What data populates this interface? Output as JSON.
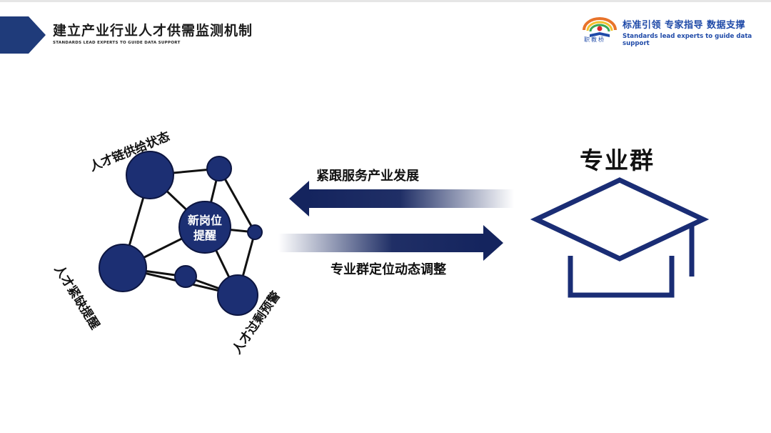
{
  "header": {
    "title": "建立产业行业人才供需监测机制",
    "subtitle": "STANDARDS LEAD EXPERTS TO GUIDE DATA SUPPORT",
    "accent": "#1f3b7a"
  },
  "brand": {
    "logo_text": "职教桥",
    "slogan_cn": "标准引领 专家指导 数据支撑",
    "slogan_en": "Standards lead experts to guide data support",
    "color": "#1f4aa8"
  },
  "network": {
    "center_label_line1": "新岗位",
    "center_label_line2": "提醒",
    "label_supply": "人才链供给状态",
    "label_shortage": "人才紧缺提醒",
    "label_surplus": "人才过剩预警",
    "node_color": "#1c2f73"
  },
  "arrows": {
    "left_label": "紧跟服务产业发展",
    "right_label": "专业群定位动态调整",
    "color": "#14245e"
  },
  "target": {
    "title": "专业群",
    "icon": "graduation-cap-icon",
    "color": "#1a2d75"
  }
}
